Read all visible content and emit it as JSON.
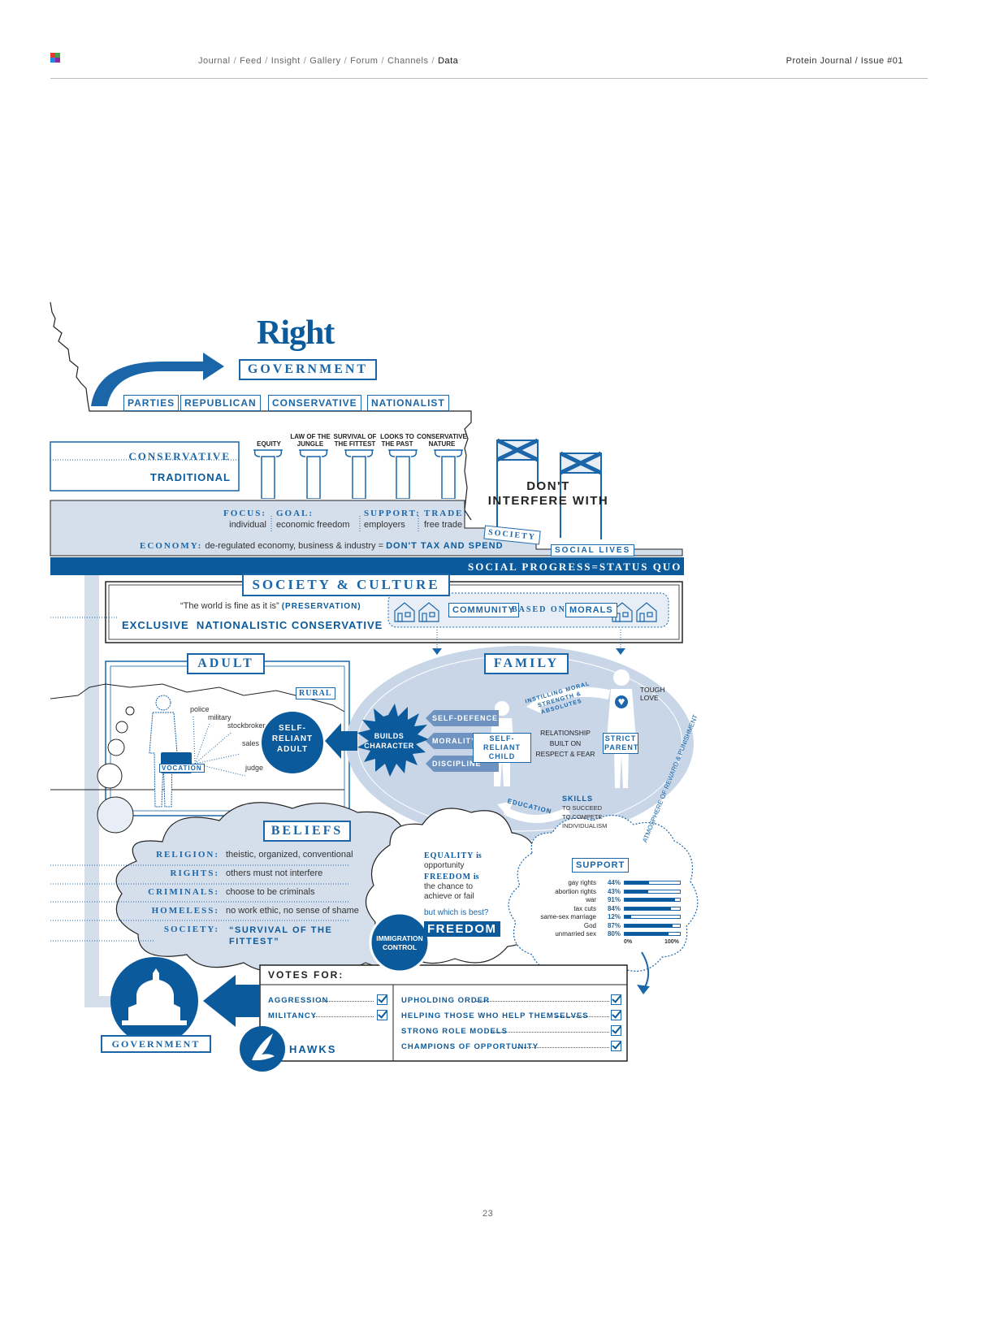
{
  "header": {
    "breadcrumb": [
      "Journal",
      "Feed",
      "Insight",
      "Gallery",
      "Forum",
      "Channels",
      "Data"
    ],
    "publication": "Protein Journal / Issue #01",
    "page_number": "23"
  },
  "diagram": {
    "title": "Right",
    "government_banner": "GOVERNMENT",
    "parties": {
      "label": "PARTIES",
      "items": [
        "REPUBLICAN",
        "CONSERVATIVE",
        "NATIONALIST"
      ]
    },
    "ideology": {
      "line1": "CONSERVATIVE",
      "line2": "TRADITIONAL"
    },
    "pillars": [
      "EQUITY",
      "LAW OF THE JUNGLE",
      "SURVIVAL OF THE FITTEST",
      "LOOKS TO THE PAST",
      "CONSERVATIVE NATURE"
    ],
    "stats": [
      {
        "key": "FOCUS:",
        "value": "individual"
      },
      {
        "key": "GOAL:",
        "value": "economic freedom"
      },
      {
        "key": "SUPPORT:",
        "value": "employers"
      },
      {
        "key": "TRADE:",
        "value": "free trade"
      }
    ],
    "economy": {
      "key": "ECONOMY:",
      "text": "de-regulated economy, business & industry =",
      "emphasis": "DON'T TAX AND SPEND"
    },
    "dont_interfere": "DON'T INTERFERE WITH",
    "society_tag": "SOCIETY",
    "social_lives_tag": "SOCIAL LIVES",
    "social_progress": "SOCIAL PROGRESS=STATUS QUO",
    "society_culture": {
      "banner": "SOCIETY & CULTURE",
      "quote": "“The world is fine as it is”",
      "quote_tag": "(PRESERVATION)",
      "type": "EXCLUSIVE  NATIONALISTIC CONSERVATIVE",
      "community": "COMMUNITY",
      "based_on": "BASED ON",
      "morals": "MORALS"
    },
    "adult": {
      "banner": "ADULT",
      "rural": "RURAL",
      "jobs": [
        "police",
        "military",
        "stockbroker",
        "sales",
        "judge"
      ],
      "vocation": "VOCATION",
      "self_reliant": "SELF- RELIANT ADULT"
    },
    "family": {
      "banner": "FAMILY",
      "builds_character": "BUILDS CHARACTER",
      "arrows": [
        "SELF-DEFENCE",
        "MORALITY",
        "DISCIPLINE"
      ],
      "child": "SELF-RELIANT CHILD",
      "parent": "STRICT PARENT",
      "relationship": "RELATIONSHIP BUILT ON RESPECT & FEAR",
      "moral": "INSTILLING MORAL STRENGTH & ABSOLUTES",
      "tough_love": "TOUGH LOVE",
      "education": "EDUCATION",
      "skills_title": "SKILLS",
      "skills": [
        "TO SUCCEED",
        "TO COMPETE",
        "INDIVIDUALISM"
      ],
      "atmosphere": "ATMOSPHERE OF REWARD & PUNISHMENT"
    },
    "beliefs": {
      "banner": "BELIEFS",
      "rows": [
        {
          "key": "RELIGION:",
          "value": "theistic, organized, conventional"
        },
        {
          "key": "RIGHTS:",
          "value": "others must not interfere"
        },
        {
          "key": "CRIMINALS:",
          "value": "choose to be criminals"
        },
        {
          "key": "HOMELESS:",
          "value": "no work ethic, no sense of shame"
        },
        {
          "key": "SOCIETY:",
          "value": "“SURVIVAL OF THE FITTEST”"
        }
      ],
      "immigration": "IMMIGRATION CONTROL"
    },
    "equality": {
      "eq_key": "EQUALITY",
      "eq_is": "is",
      "eq_val": "opportunity",
      "fr_key": "FREEDOM",
      "fr_is": "is",
      "fr_val1": "the chance to",
      "fr_val2": "achieve or fail",
      "question": "but which is best?",
      "answer": "FREEDOM"
    },
    "support": {
      "title": "SUPPORT",
      "axis_min": "0%",
      "axis_max": "100%"
    },
    "votes": {
      "title": "VOTES FOR:",
      "left": [
        "AGGRESSION",
        "MILITANCY"
      ],
      "right": [
        "UPHOLDING ORDER",
        "HELPING THOSE WHO HELP THEMSELVES",
        "STRONG ROLE MODELS",
        "CHAMPIONS OF OPPORTUNITY"
      ],
      "hawks": "HAWKS"
    },
    "government_bottom": "GOVERNMENT"
  },
  "chart_data": {
    "type": "bar",
    "title": "SUPPORT",
    "categories": [
      "gay rights",
      "abortion rights",
      "war",
      "tax cuts",
      "same-sex marriage",
      "God",
      "unmarried sex"
    ],
    "labels": [
      "44%",
      "43%",
      "91%",
      "84%",
      "12%",
      "87%",
      "80%"
    ],
    "values": [
      44,
      43,
      91,
      84,
      12,
      87,
      80
    ],
    "xlim": [
      0,
      100
    ]
  },
  "colors": {
    "blue": "#1a66a8",
    "dark_blue": "#0b5a9c",
    "pale_blue": "#d5dfeb",
    "light_blue": "#c8d6e8"
  }
}
